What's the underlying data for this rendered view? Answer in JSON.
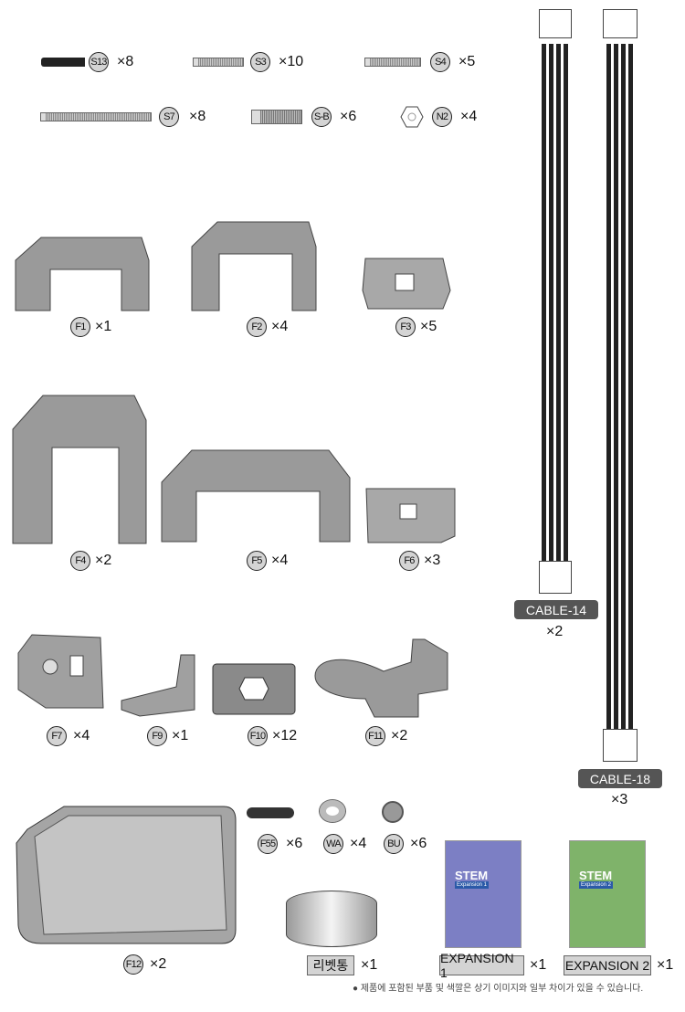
{
  "parts": [
    {
      "code": "S13",
      "qty": "×8"
    },
    {
      "code": "S3",
      "qty": "×10"
    },
    {
      "code": "S4",
      "qty": "×5"
    },
    {
      "code": "S7",
      "qty": "×8"
    },
    {
      "code": "S-B",
      "qty": "×6"
    },
    {
      "code": "N2",
      "qty": "×4"
    },
    {
      "code": "F1",
      "qty": "×1"
    },
    {
      "code": "F2",
      "qty": "×4"
    },
    {
      "code": "F3",
      "qty": "×5"
    },
    {
      "code": "F4",
      "qty": "×2"
    },
    {
      "code": "F5",
      "qty": "×4"
    },
    {
      "code": "F6",
      "qty": "×3"
    },
    {
      "code": "F7",
      "qty": "×4"
    },
    {
      "code": "F9",
      "qty": "×1"
    },
    {
      "code": "F10",
      "qty": "×12"
    },
    {
      "code": "F11",
      "qty": "×2"
    },
    {
      "code": "F12",
      "qty": "×2"
    },
    {
      "code": "F55",
      "qty": "×6"
    },
    {
      "code": "WA",
      "qty": "×4"
    },
    {
      "code": "BU",
      "qty": "×6"
    }
  ],
  "cables": [
    {
      "label": "CABLE-14",
      "qty": "×2"
    },
    {
      "label": "CABLE-18",
      "qty": "×3"
    }
  ],
  "boxed": [
    {
      "label": "리벳통",
      "qty": "×1"
    },
    {
      "label": "EXPANSION 1",
      "qty": "×1"
    },
    {
      "label": "EXPANSION 2",
      "qty": "×1"
    }
  ],
  "books": [
    {
      "title": "STEM",
      "subtitle": "Expansion 1",
      "color": "#7c7fc4"
    },
    {
      "title": "STEM",
      "subtitle": "Expansion 2",
      "color": "#7fb36a"
    }
  ],
  "note": "● 제품에 포함된 부품 및 색깔은 상기 이미지와 일부 차이가 있을 수 있습니다."
}
